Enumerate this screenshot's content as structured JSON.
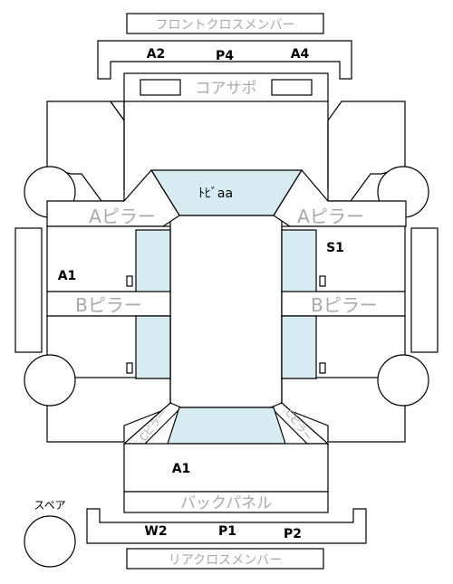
{
  "labels": {
    "front_cross_member": "フロントクロスメンバー",
    "core_support": "コアサポ",
    "a_pillar": "Aピラー",
    "b_pillar": "Bピラー",
    "back_panel": "バックパネル",
    "rear_cross_member": "リアクロスメンバー",
    "spare": "スペア",
    "roof": "ﾄﾋﾞaa",
    "c_pillar": "Cピラー"
  },
  "marks": {
    "front_left": "A2",
    "front_center": "P4",
    "front_right": "A4",
    "left_door": "A1",
    "right_door": "S1",
    "trunk": "A1",
    "rear_left": "W2",
    "rear_center": "P1",
    "rear_right": "P2"
  }
}
